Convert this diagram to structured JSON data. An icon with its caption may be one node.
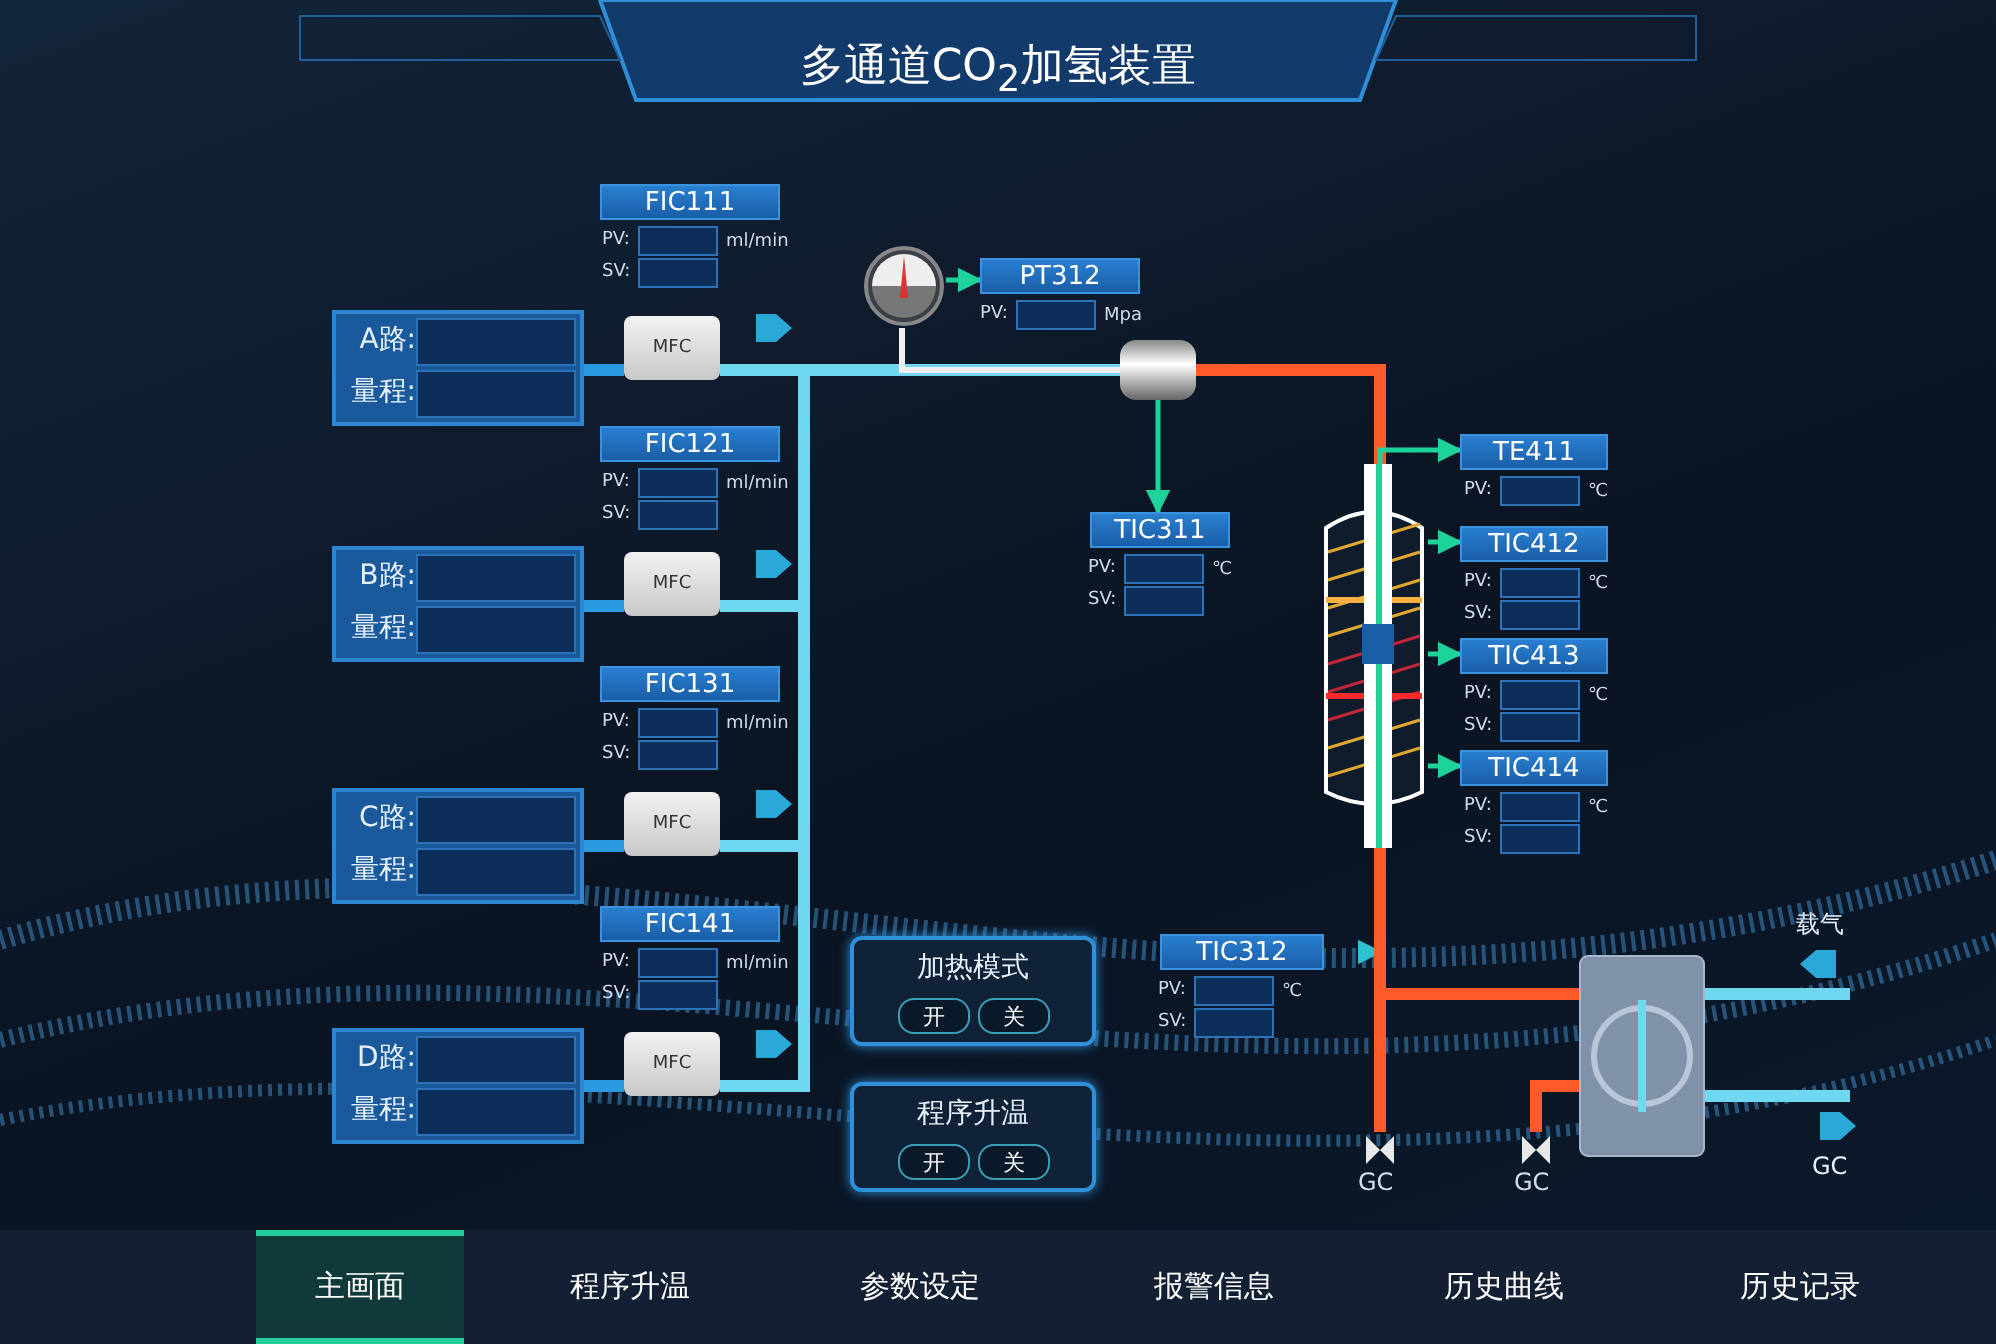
{
  "diagram": {
    "title": "多通道CO$_{2}$加氢装置",
    "nodes": [
      {
        "text": [
          "A路:",
          "量程:"
        ]
      },
      {
        "text": [
          "B路:",
          "量程:"
        ]
      },
      {
        "text": [
          "C路:",
          "量程:"
        ]
      },
      {
        "text": [
          "D路:",
          "量程:"
        ]
      },
      {
        "text": [
          "MFC"
        ]
      },
      {
        "text": [
          "MFC"
        ]
      },
      {
        "text": [
          "MFC"
        ]
      },
      {
        "text": [
          "MFC"
        ]
      },
      {
        "text": [
          "FIC111",
          "PV:",
          "ml/min",
          "SV:"
        ]
      },
      {
        "text": [
          "FIC121",
          "PV:",
          "ml/min",
          "SV:"
        ]
      },
      {
        "text": [
          "FIC131",
          "PV:",
          "ml/min",
          "SV:"
        ]
      },
      {
        "text": [
          "FIC141",
          "PV:",
          "ml/min",
          "SV:"
        ]
      },
      {
        "text": [],
        "shape": "picture"
      },
      {
        "text": [
          "PT312",
          "PV:",
          "Mpa"
        ]
      },
      {
        "text": [],
        "shape": "cylinder"
      },
      {
        "text": [
          "TIC311",
          "PV:",
          "℃",
          "SV:"
        ]
      },
      {
        "text": [],
        "shape": "picture"
      },
      {
        "text": [
          "TE411",
          "PV:",
          "℃"
        ]
      },
      {
        "text": [
          "TIC412",
          "PV:",
          "℃",
          "SV:"
        ]
      },
      {
        "text": [
          "TIC413",
          "PV:",
          "℃",
          "SV:"
        ]
      },
      {
        "text": [
          "TIC414",
          "PV:",
          "℃",
          "SV:"
        ]
      },
      {
        "text": [
          "TIC312",
          "PV:",
          "℃",
          "SV:"
        ]
      },
      {
        "text": [
          "加热模式"
        ]
      },
      {
        "text": [
          "开"
        ],
        "in": 22
      },
      {
        "text": [
          "关"
        ],
        "in": 22
      },
      {
        "text": [
          "程序升温"
        ]
      },
      {
        "text": [
          "开"
        ],
        "in": 25
      },
      {
        "text": [
          "关"
        ],
        "in": 25
      },
      {
        "text": [],
        "shape": "picture"
      },
      {
        "text": [],
        "shape": "valve",
        "beside": [
          "GC"
        ]
      },
      {
        "text": [],
        "shape": "valve",
        "beside": [
          "GC"
        ]
      }
    ],
    "edges": [
      {
        "from": 0,
        "to": 4,
        "arrow": "none",
        "color": "#2a9be0"
      },
      {
        "from": 1,
        "to": 5,
        "arrow": "none",
        "color": "#2a9be0"
      },
      {
        "from": 2,
        "to": 6,
        "arrow": "none",
        "color": "#2a9be0"
      },
      {
        "from": 3,
        "to": 7,
        "arrow": "none",
        "color": "#2a9be0"
      },
      {
        "from": 4,
        "to": 14,
        "arrow": "none",
        "color": "#6fd8f0"
      },
      {
        "from": 5,
        "to": 14,
        "arrow": "none",
        "color": "#6fd8f0"
      },
      {
        "from": 6,
        "to": 14,
        "arrow": "none",
        "color": "#6fd8f0"
      },
      {
        "from": 7,
        "to": 14,
        "arrow": "none",
        "color": "#6fd8f0"
      },
      {
        "from": 12,
        "to": 13,
        "arrow": "to",
        "color": "#1ed39a"
      },
      {
        "from": 14,
        "to": 15,
        "arrow": "to",
        "color": "#1ed39a"
      },
      {
        "from": 14,
        "to": 16,
        "arrow": "none",
        "color": "#ff5a2a"
      },
      {
        "from": 16,
        "to": 17,
        "arrow": "to",
        "color": "#1ed39a"
      },
      {
        "from": 16,
        "to": 18,
        "arrow": "to",
        "color": "#1ed39a"
      },
      {
        "from": 16,
        "to": 19,
        "arrow": "to",
        "color": "#1ed39a"
      },
      {
        "from": 16,
        "to": 20,
        "arrow": "to",
        "color": "#1ed39a"
      },
      {
        "from": 16,
        "to": 21,
        "arrow": "to",
        "color": "#2cc0d0"
      },
      {
        "from": 16,
        "to": 29,
        "arrow": "none",
        "color": "#ff5a2a"
      },
      {
        "from": 16,
        "to": 28,
        "arrow": "none",
        "color": "#ff5a2a"
      },
      {
        "from": 28,
        "to": 30,
        "arrow": "none",
        "color": "#ff5a2a"
      },
      {
        "from": null,
        "to": 28,
        "arrow": "none",
        "color": "#6fd8f0"
      },
      {
        "from": 28,
        "to": null,
        "arrow": "to",
        "color": "#6fd8f0"
      },
      {
        "from": 12,
        "to": 14,
        "arrow": "none",
        "color": "#f0f0f0"
      }
    ],
    "labels": [
      "载气",
      "GC",
      "主画面",
      "程序升温",
      "参数设定",
      "报警信息",
      "历史曲线",
      "历史记录"
    ]
  }
}
